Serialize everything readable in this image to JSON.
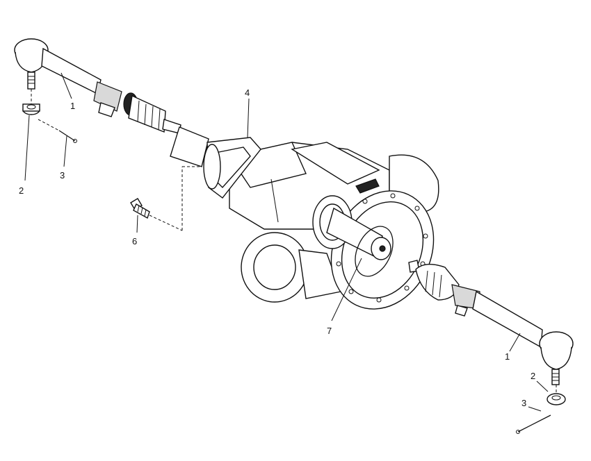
{
  "diagram": {
    "callouts": [
      {
        "id": "c1a",
        "label": "1"
      },
      {
        "id": "c2a",
        "label": "2"
      },
      {
        "id": "c3a",
        "label": "3"
      },
      {
        "id": "c4",
        "label": "4"
      },
      {
        "id": "c6",
        "label": "6"
      },
      {
        "id": "c7",
        "label": "7"
      },
      {
        "id": "c1b",
        "label": "1"
      },
      {
        "id": "c2b",
        "label": "2"
      },
      {
        "id": "c3b",
        "label": "3"
      }
    ]
  }
}
